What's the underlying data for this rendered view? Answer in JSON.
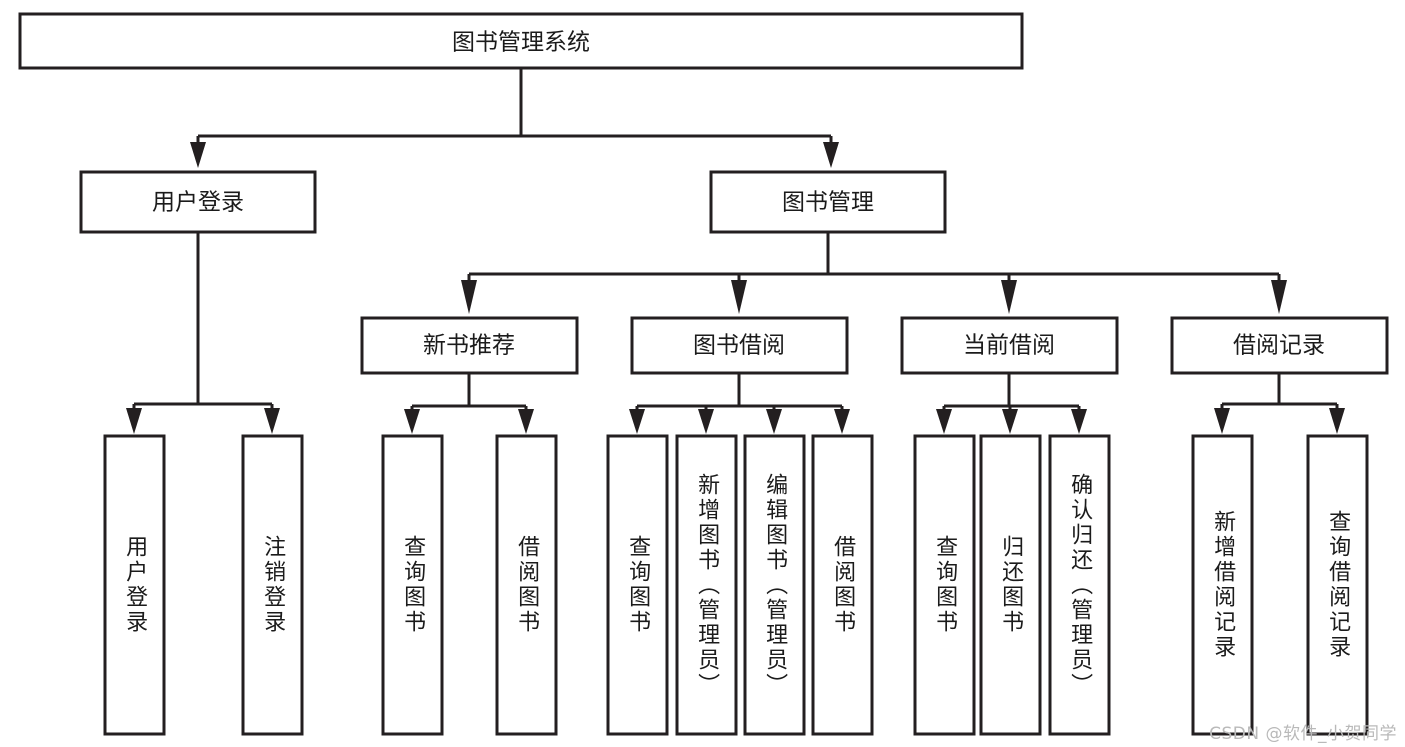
{
  "diagram": {
    "title": "图书管理系统",
    "type": "functional-hierarchy-tree",
    "watermark": "CSDN @软件_小贺同学",
    "colors": {
      "box_stroke": "#231f20",
      "box_fill": "#ffffff",
      "text": "#1b1b1b",
      "background": "#ffffff",
      "watermark": "#b9b9b9"
    },
    "levels": {
      "root": {
        "label": "图书管理系统"
      },
      "level2": [
        {
          "id": "user-login",
          "label": "用户登录"
        },
        {
          "id": "book-management",
          "label": "图书管理"
        }
      ],
      "level3": [
        {
          "id": "new-book-recommend",
          "label": "新书推荐",
          "parent": "book-management"
        },
        {
          "id": "book-borrow",
          "label": "图书借阅",
          "parent": "book-management"
        },
        {
          "id": "current-borrow",
          "label": "当前借阅",
          "parent": "book-management"
        },
        {
          "id": "borrow-record",
          "label": "借阅记录",
          "parent": "book-management"
        }
      ],
      "leaves": [
        {
          "id": "leaf-user-login",
          "label": "用户登录",
          "parent": "user-login"
        },
        {
          "id": "leaf-logout-login",
          "label": "注销登录",
          "parent": "user-login"
        },
        {
          "id": "leaf-query-book-1",
          "label": "查询图书",
          "parent": "new-book-recommend"
        },
        {
          "id": "leaf-borrow-book-1",
          "label": "借阅图书",
          "parent": "new-book-recommend"
        },
        {
          "id": "leaf-query-book-2",
          "label": "查询图书",
          "parent": "book-borrow"
        },
        {
          "id": "leaf-add-book",
          "label": "新增图书（管理员）",
          "parent": "book-borrow"
        },
        {
          "id": "leaf-edit-book",
          "label": "编辑图书（管理员）",
          "parent": "book-borrow"
        },
        {
          "id": "leaf-borrow-book-2",
          "label": "借阅图书",
          "parent": "book-borrow"
        },
        {
          "id": "leaf-query-book-3",
          "label": "查询图书",
          "parent": "current-borrow"
        },
        {
          "id": "leaf-return-book",
          "label": "归还图书",
          "parent": "current-borrow"
        },
        {
          "id": "leaf-confirm-return",
          "label": "确认归还（管理员）",
          "parent": "current-borrow"
        },
        {
          "id": "leaf-add-record",
          "label": "新增借阅记录",
          "parent": "borrow-record"
        },
        {
          "id": "leaf-query-record",
          "label": "查询借阅记录",
          "parent": "borrow-record"
        }
      ]
    }
  }
}
